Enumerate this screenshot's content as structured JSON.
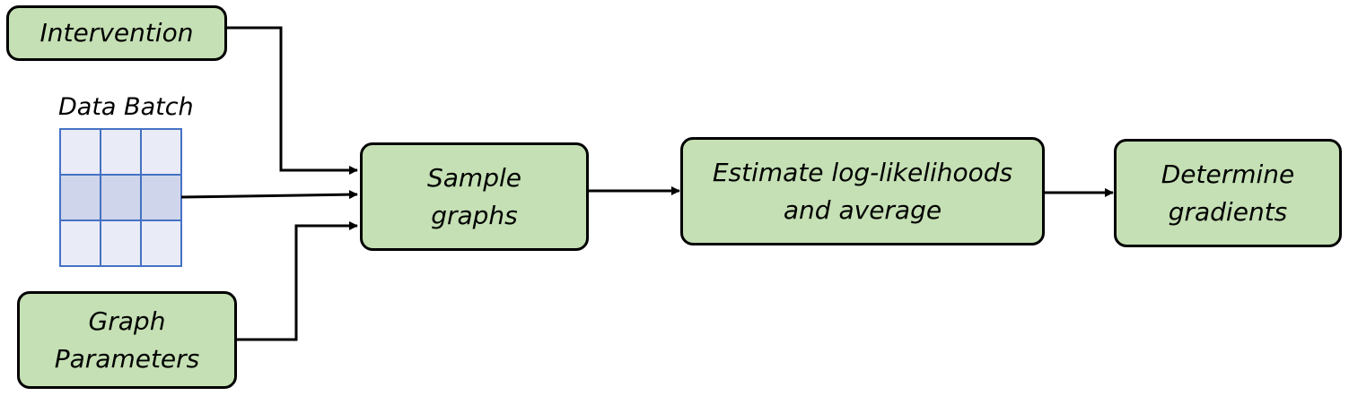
{
  "nodes": {
    "intervention": {
      "label": "Intervention"
    },
    "data_batch": {
      "label": "Data Batch",
      "rows": 3,
      "cols": 3,
      "highlighted_row": 2
    },
    "graph_parameters": {
      "line1": "Graph",
      "line2": "Parameters"
    },
    "sample_graphs": {
      "line1": "Sample",
      "line2": "graphs"
    },
    "estimate": {
      "line1": "Estimate log-likelihoods",
      "line2": "and average"
    },
    "determine": {
      "line1": "Determine",
      "line2": "gradients"
    }
  },
  "edges": [
    {
      "from": "intervention",
      "to": "sample_graphs"
    },
    {
      "from": "data_batch",
      "to": "sample_graphs"
    },
    {
      "from": "graph_parameters",
      "to": "sample_graphs"
    },
    {
      "from": "sample_graphs",
      "to": "estimate"
    },
    {
      "from": "estimate",
      "to": "determine"
    }
  ],
  "colors": {
    "box_fill": "#c5e0b4",
    "box_border": "#000000",
    "grid_stroke": "#4472c4",
    "grid_fill": "#e9ebf6",
    "grid_highlight": "#cfd5ea",
    "arrow": "#000000"
  }
}
